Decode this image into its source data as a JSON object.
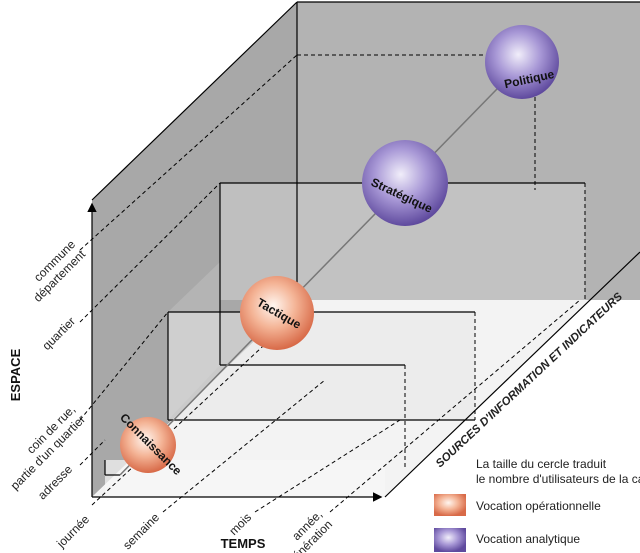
{
  "axes": {
    "space": {
      "title": "ESPACE",
      "ticks": [
        "adresse",
        "coin de rue,",
        "partie d'un quartier",
        "quartier",
        "commune",
        "département"
      ]
    },
    "time": {
      "title": "TEMPS",
      "ticks": [
        "journée",
        "semaine",
        "mois",
        "année,",
        "génération"
      ]
    },
    "sources": {
      "title": "SOURCES D'INFORMATION ET INDICATEURS"
    }
  },
  "spheres": [
    {
      "label": "Connaissance",
      "type": "operational"
    },
    {
      "label": "Tactique",
      "type": "operational"
    },
    {
      "label": "Stratégique",
      "type": "analytic"
    },
    {
      "label": "Politique",
      "type": "analytic"
    }
  ],
  "legend": {
    "note_line1": "La taille du cercle traduit",
    "note_line2": "le nombre d'utilisateurs de la carte",
    "items": [
      {
        "label": "Vocation opérationnelle",
        "color": "#e98a6a"
      },
      {
        "label": "Vocation analytique",
        "color": "#7f6cb5"
      }
    ]
  },
  "colors": {
    "face_dark": "#a9a9a9",
    "face_mid": "#c4c4c4",
    "face_light": "#ececec"
  }
}
